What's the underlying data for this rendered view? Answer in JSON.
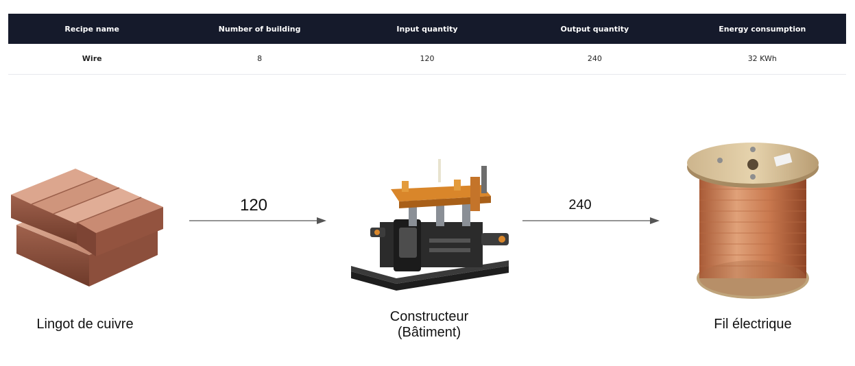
{
  "table": {
    "headers": [
      "Recipe name",
      "Number of building",
      "Input quantity",
      "Output quantity",
      "Energy consumption"
    ],
    "rows": [
      [
        "Wire",
        "8",
        "120",
        "240",
        "32 KWh"
      ]
    ]
  },
  "flow": {
    "input": {
      "label": "Lingot de cuivre",
      "icon": "copper-ingot-icon",
      "quantity": "120"
    },
    "building": {
      "label_line1": "Constructeur",
      "label_line2": "(Bâtiment)",
      "icon": "constructor-machine-icon"
    },
    "output": {
      "label": "Fil électrique",
      "icon": "wire-spool-icon",
      "quantity": "240"
    }
  }
}
